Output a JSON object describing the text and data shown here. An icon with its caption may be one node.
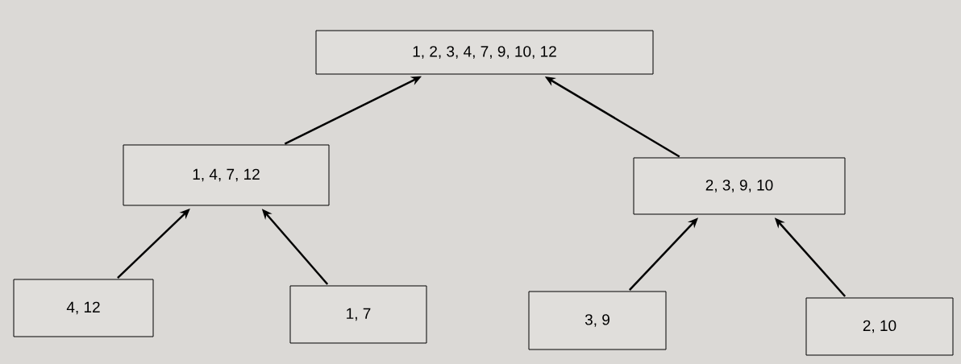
{
  "diagram": {
    "nodes": [
      {
        "text": [
          "1, 2, 3, 4, 7, 9, 10, 12"
        ]
      },
      {
        "text": [
          "1, 4, 7, 12"
        ]
      },
      {
        "text": [
          "2, 3, 9, 10"
        ]
      },
      {
        "text": [
          "4, 12"
        ]
      },
      {
        "text": [
          "1, 7"
        ]
      },
      {
        "text": [
          "3, 9"
        ]
      },
      {
        "text": [
          "2, 10"
        ]
      }
    ],
    "edges": [
      {
        "from": 1,
        "to": 0,
        "arrow": "to"
      },
      {
        "from": 2,
        "to": 0,
        "arrow": "to"
      },
      {
        "from": 3,
        "to": 1,
        "arrow": "to"
      },
      {
        "from": 4,
        "to": 1,
        "arrow": "to"
      },
      {
        "from": 5,
        "to": 2,
        "arrow": "to"
      },
      {
        "from": 6,
        "to": 2,
        "arrow": "to"
      }
    ]
  }
}
